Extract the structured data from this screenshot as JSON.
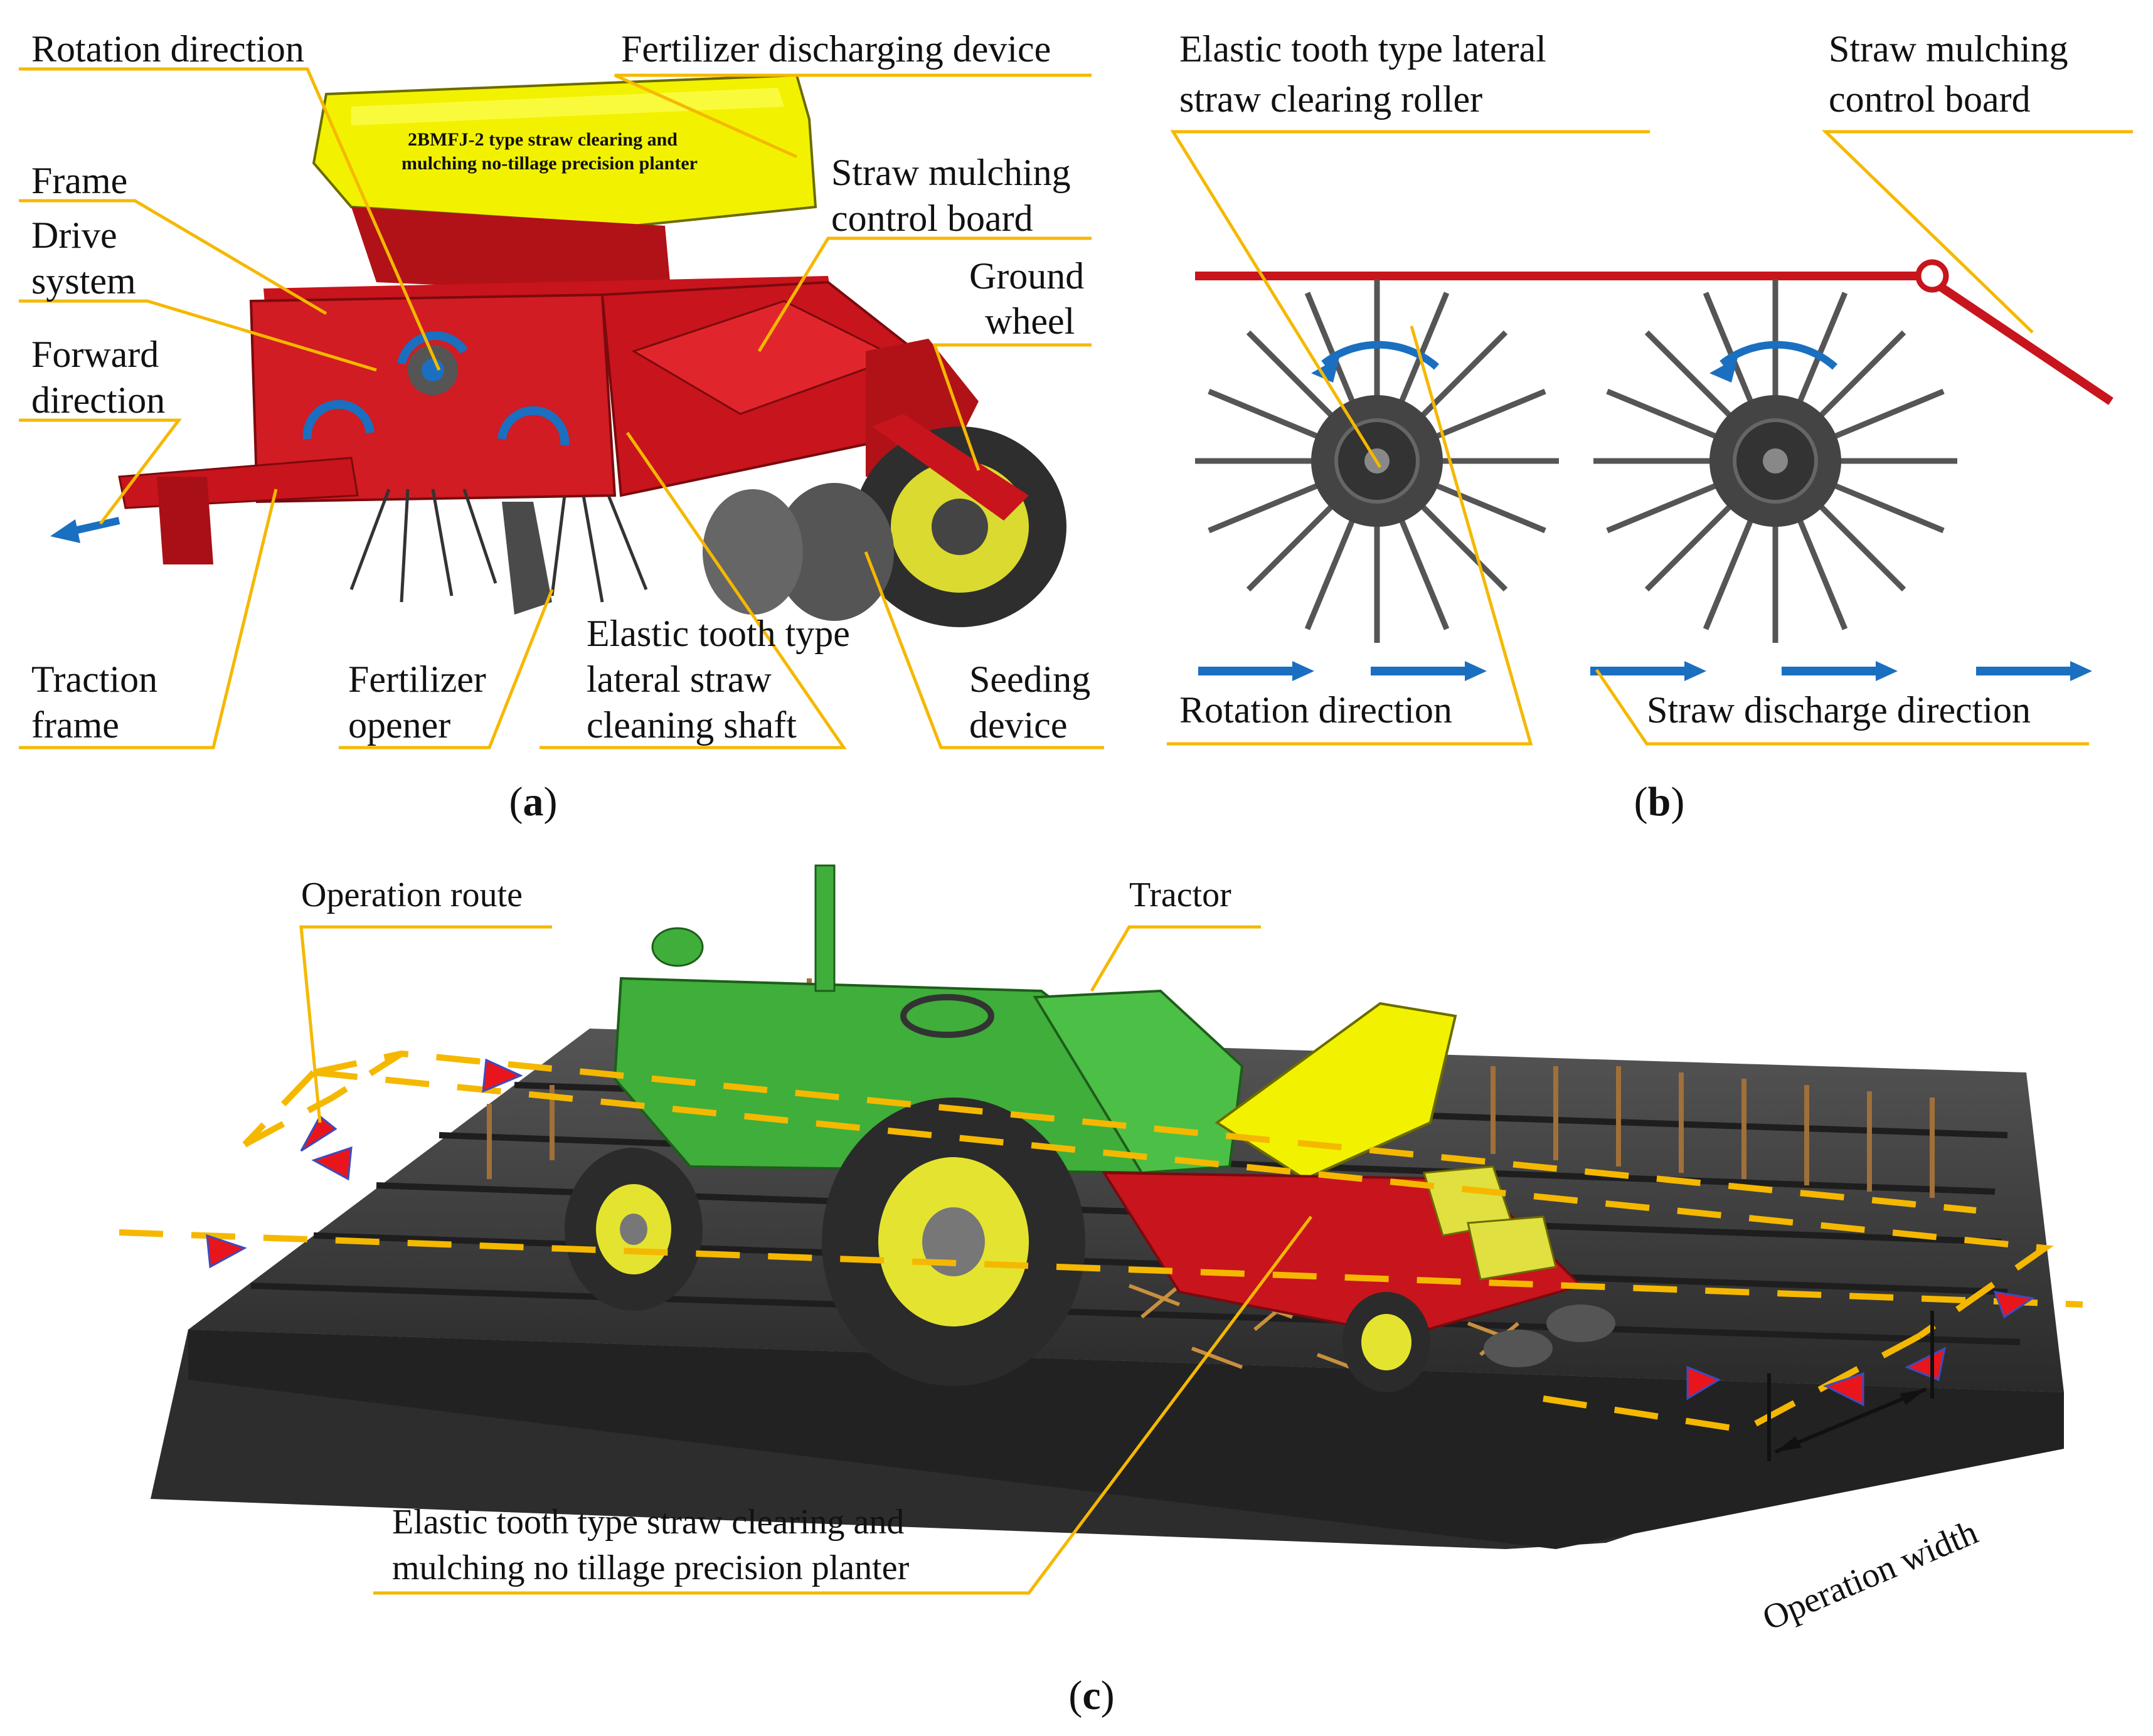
{
  "panel_a": {
    "letter": "a",
    "labels": {
      "rotation_direction": "Rotation direction",
      "fertilizer_discharging_device": "Fertilizer discharging device",
      "frame": "Frame",
      "drive_system_1": "Drive",
      "drive_system_2": "system",
      "straw_mulching_control_board_1": "Straw mulching",
      "straw_mulching_control_board_2": "control board",
      "ground_wheel_1": "Ground",
      "ground_wheel_2": "wheel",
      "forward_direction_1": "Forward",
      "forward_direction_2": "direction",
      "traction_frame_1": "Traction",
      "traction_frame_2": "frame",
      "fertilizer_opener_1": "Fertilizer",
      "fertilizer_opener_2": "opener",
      "cleaning_shaft_1": "Elastic tooth type",
      "cleaning_shaft_2": "lateral straw",
      "cleaning_shaft_3": "cleaning shaft",
      "seeding_device_1": "Seeding",
      "seeding_device_2": "device"
    },
    "hopper_text_1": "2BMFJ-2 type straw clearing and",
    "hopper_text_2": "mulching no-tillage precision planter"
  },
  "panel_b": {
    "letter": "b",
    "labels": {
      "roller_1": "Elastic tooth type lateral",
      "roller_2": "straw clearing roller",
      "control_board_1": "Straw mulching",
      "control_board_2": "control board",
      "rotation_direction": "Rotation direction",
      "straw_discharge_direction": "Straw discharge direction"
    }
  },
  "panel_c": {
    "letter": "c",
    "labels": {
      "operation_route": "Operation route",
      "tractor": "Tractor",
      "planter_1": "Elastic tooth type straw clearing and",
      "planter_2": "mulching no tillage precision planter",
      "operation_width": "Operation width"
    }
  },
  "colors": {
    "leader": "#f5b800",
    "machine_red": "#c8141c",
    "hopper_yellow": "#f2f200",
    "arrow_blue": "#1a6fc0",
    "tractor_green": "#3fae3a",
    "soil": "#3a3a3a",
    "route_marker": "#e8161c"
  }
}
